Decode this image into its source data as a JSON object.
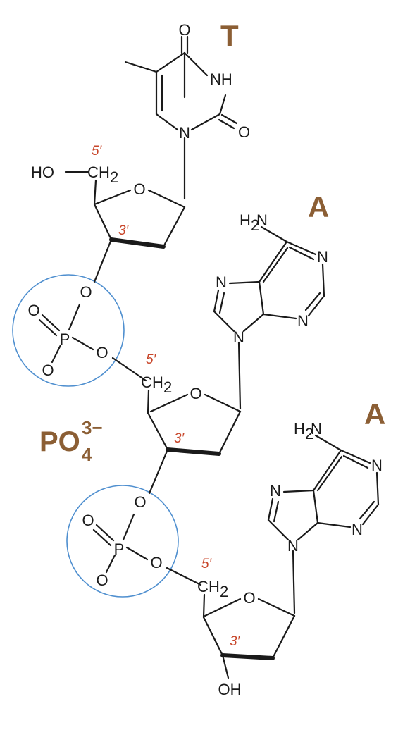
{
  "colors": {
    "base_label": "#8b5e34",
    "prime_label": "#c8462a",
    "circle": "#4f8fcf",
    "bond": "#1a1a1a"
  },
  "bases": {
    "thymine": "T",
    "adenine_1": "A",
    "adenine_2": "A"
  },
  "primes": {
    "five": "5′",
    "three": "3′"
  },
  "phosphate_ion": {
    "main": "PO",
    "subscript": "4",
    "superscript": "3−"
  },
  "atoms": {
    "O": "O",
    "N": "N",
    "NH": "NH",
    "P": "P",
    "HO": "HO",
    "OH": "OH",
    "C": "C",
    "H": "H",
    "H2": "H",
    "two": "2"
  }
}
